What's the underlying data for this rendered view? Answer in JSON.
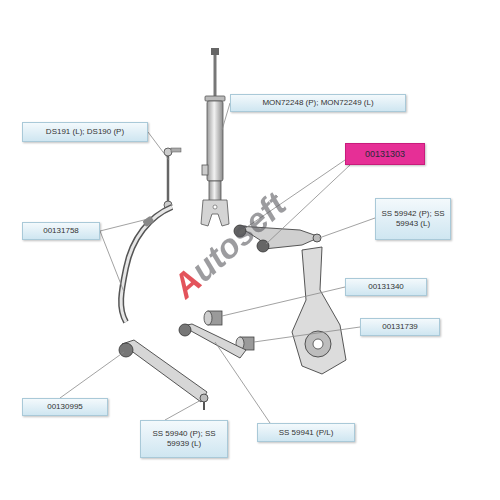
{
  "diagram": {
    "nodes": [
      {
        "text": [
          "MON72248 (P); MON72249 (L)"
        ]
      },
      {
        "text": [
          "DS191 (L); DS190 (P)"
        ]
      },
      {
        "text": [
          "00131303"
        ]
      },
      {
        "text": [
          "SS 59942 (P); SS 59943 (L)"
        ]
      },
      {
        "text": [
          "00131758"
        ]
      },
      {
        "text": [
          "00131340"
        ]
      },
      {
        "text": [
          "00131739"
        ]
      },
      {
        "text": [
          "00130995"
        ]
      },
      {
        "text": [
          "SS 59940 (P); SS 59939 (L)"
        ]
      },
      {
        "text": [
          "SS 59941 (P/L)"
        ]
      }
    ],
    "labels": [
      "Autoseft"
    ]
  }
}
